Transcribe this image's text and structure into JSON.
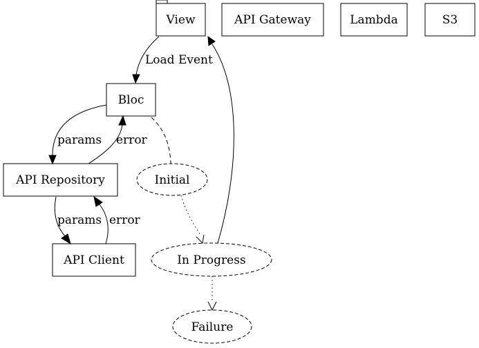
{
  "nodes": {
    "view": "View",
    "api_gateway": "API Gateway",
    "lambda": "Lambda",
    "s3": "S3",
    "bloc": "Bloc",
    "api_repository": "API Repository",
    "api_client": "API Client",
    "initial": "Initial",
    "in_progress": "In Progress",
    "failure": "Failure"
  },
  "edges": {
    "view_to_bloc": "Load Event",
    "bloc_to_repository": "params",
    "repository_to_bloc": "error",
    "repository_to_client": "params",
    "client_to_repository": "error"
  }
}
